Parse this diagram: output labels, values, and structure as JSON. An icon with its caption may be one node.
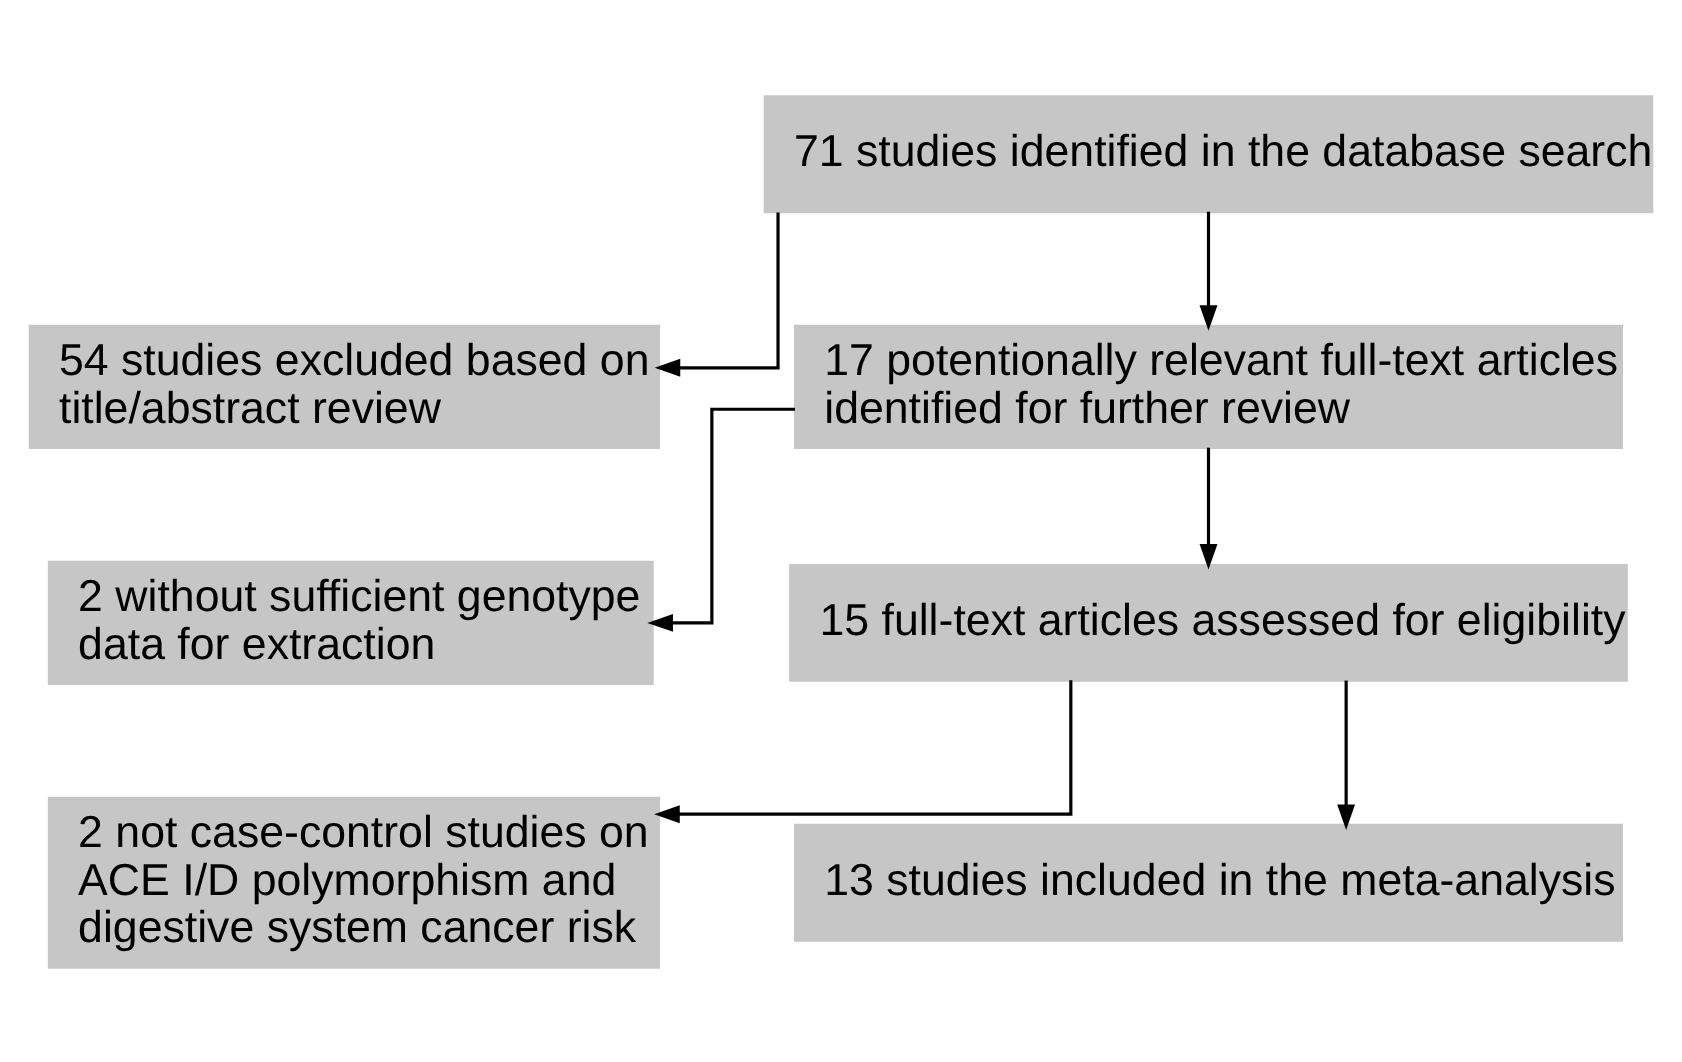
{
  "diagram": {
    "nodes": [
      {
        "text": [
          "71 studies identified in the database search"
        ]
      },
      {
        "text": [
          "54 studies excluded based on title/abstract review"
        ]
      },
      {
        "text": [
          "17 potentionally relevant full-text articles identified for further review"
        ]
      },
      {
        "text": [
          "2 without sufficient genotype data for extraction"
        ]
      },
      {
        "text": [
          "15 full-text articles assessed for eligibility"
        ]
      },
      {
        "text": [
          "2 not case-control studies on ACE I/D polymorphism and digestive system cancer risk"
        ]
      },
      {
        "text": [
          "13 studies included in the meta-analysis"
        ]
      }
    ],
    "edges": [
      {
        "from": 0,
        "to": 2,
        "arrow": "to"
      },
      {
        "from": 0,
        "to": 1,
        "arrow": "to"
      },
      {
        "from": 2,
        "to": 4,
        "arrow": "to"
      },
      {
        "from": 2,
        "to": 3,
        "arrow": "to"
      },
      {
        "from": 4,
        "to": 6,
        "arrow": "to"
      },
      {
        "from": 4,
        "to": 5,
        "arrow": "to"
      }
    ]
  }
}
